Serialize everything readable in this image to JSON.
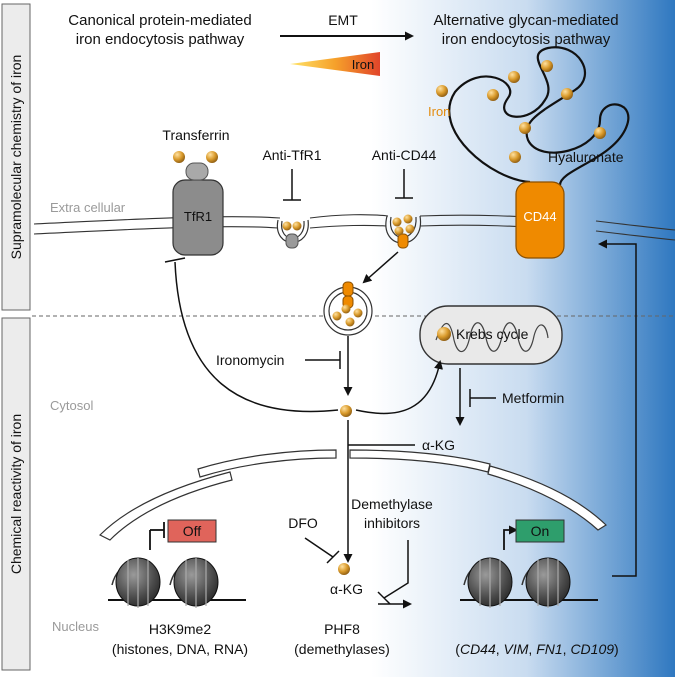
{
  "side_labels": {
    "top": "Supramolecular chemistry of iron",
    "bottom": "Chemical reactivity of iron"
  },
  "header": {
    "left_line1": "Canonical protein-mediated",
    "left_line2": "iron endocytosis pathway",
    "arrow_label": "EMT",
    "right_line1": "Alternative glycan-mediated",
    "right_line2": "iron endocytosis pathway",
    "gradient_label": "Iron"
  },
  "compartments": {
    "extracellular": "Extra cellular",
    "cytosol": "Cytosol",
    "nucleus": "Nucleus"
  },
  "labels": {
    "transferrin": "Transferrin",
    "tfr1": "TfR1",
    "anti_tfr1": "Anti-TfR1",
    "anti_cd44": "Anti-CD44",
    "iron": "Iron",
    "hyaluronate": "Hyaluronate",
    "cd44": "CD44",
    "krebs": "Krebs cycle",
    "ironomycin": "Ironomycin",
    "metformin": "Metformin",
    "akg_top": "α-KG",
    "dfo": "DFO",
    "demethylase_line1": "Demethylase",
    "demethylase_line2": "inhibitors",
    "akg_bottom": "α-KG",
    "off": "Off",
    "on": "On",
    "h3k9": "H3K9me2",
    "h3k9_sub": "(histones, DNA, RNA)",
    "phf8": "PHF8",
    "phf8_sub": "(demethylases)",
    "genes_open": "(",
    "gene1": "CD44",
    "gene2": "VIM",
    "gene3": "FN1",
    "gene4": "CD109",
    "genes_close": ")",
    "sep": ", "
  },
  "colors": {
    "iron": "#d99a2b",
    "cd44": "#ef8a00",
    "blue": "#2b77c0",
    "off_box": "#e0645b",
    "on_box": "#2e9e6c",
    "iron_text": "#e38c10"
  }
}
